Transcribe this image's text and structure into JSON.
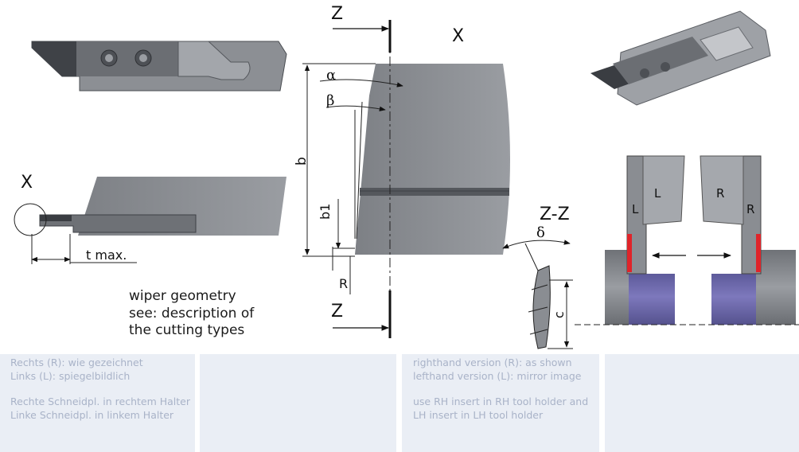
{
  "drawing": {
    "section_marks": [
      "Z",
      "Z"
    ],
    "detail_labels": [
      "X",
      "X"
    ],
    "section_title": "Z-Z",
    "dimensions": {
      "alpha": "α",
      "beta": "β",
      "b": "b",
      "b1": "b1",
      "R": "R",
      "delta": "δ",
      "c": "c",
      "t_max": "t max."
    },
    "hand_labels": {
      "left_blade": "L",
      "left_insert": "L",
      "right_insert": "R",
      "right_blade": "R"
    }
  },
  "notes": {
    "wiper": [
      "wiper geometry",
      "see: description of",
      "the cutting types"
    ]
  },
  "panels": {
    "german": {
      "line1": "Rechts (R): wie gezeichnet",
      "line2": "Links (L): spiegelbildlich",
      "line3": "Rechte Schneidpl. in rechtem Halter",
      "line4": "Linke Schneidpl. in linkem Halter"
    },
    "english": {
      "line1": "righthand version (R): as shown",
      "line2": "lefthand version (L): mirror image",
      "line3": "use RH insert in RH tool holder and",
      "line4": "LH insert in LH tool holder"
    }
  },
  "colors": {
    "steel_dark": "#55585d",
    "steel": "#8a8d92",
    "steel_light": "#b0b3b8",
    "workpiece_purple": "#6b66a8",
    "cut_edge_red": "#e0242a",
    "panel_bg": "#eaeef5",
    "panel_text": "#a9b3c8"
  }
}
